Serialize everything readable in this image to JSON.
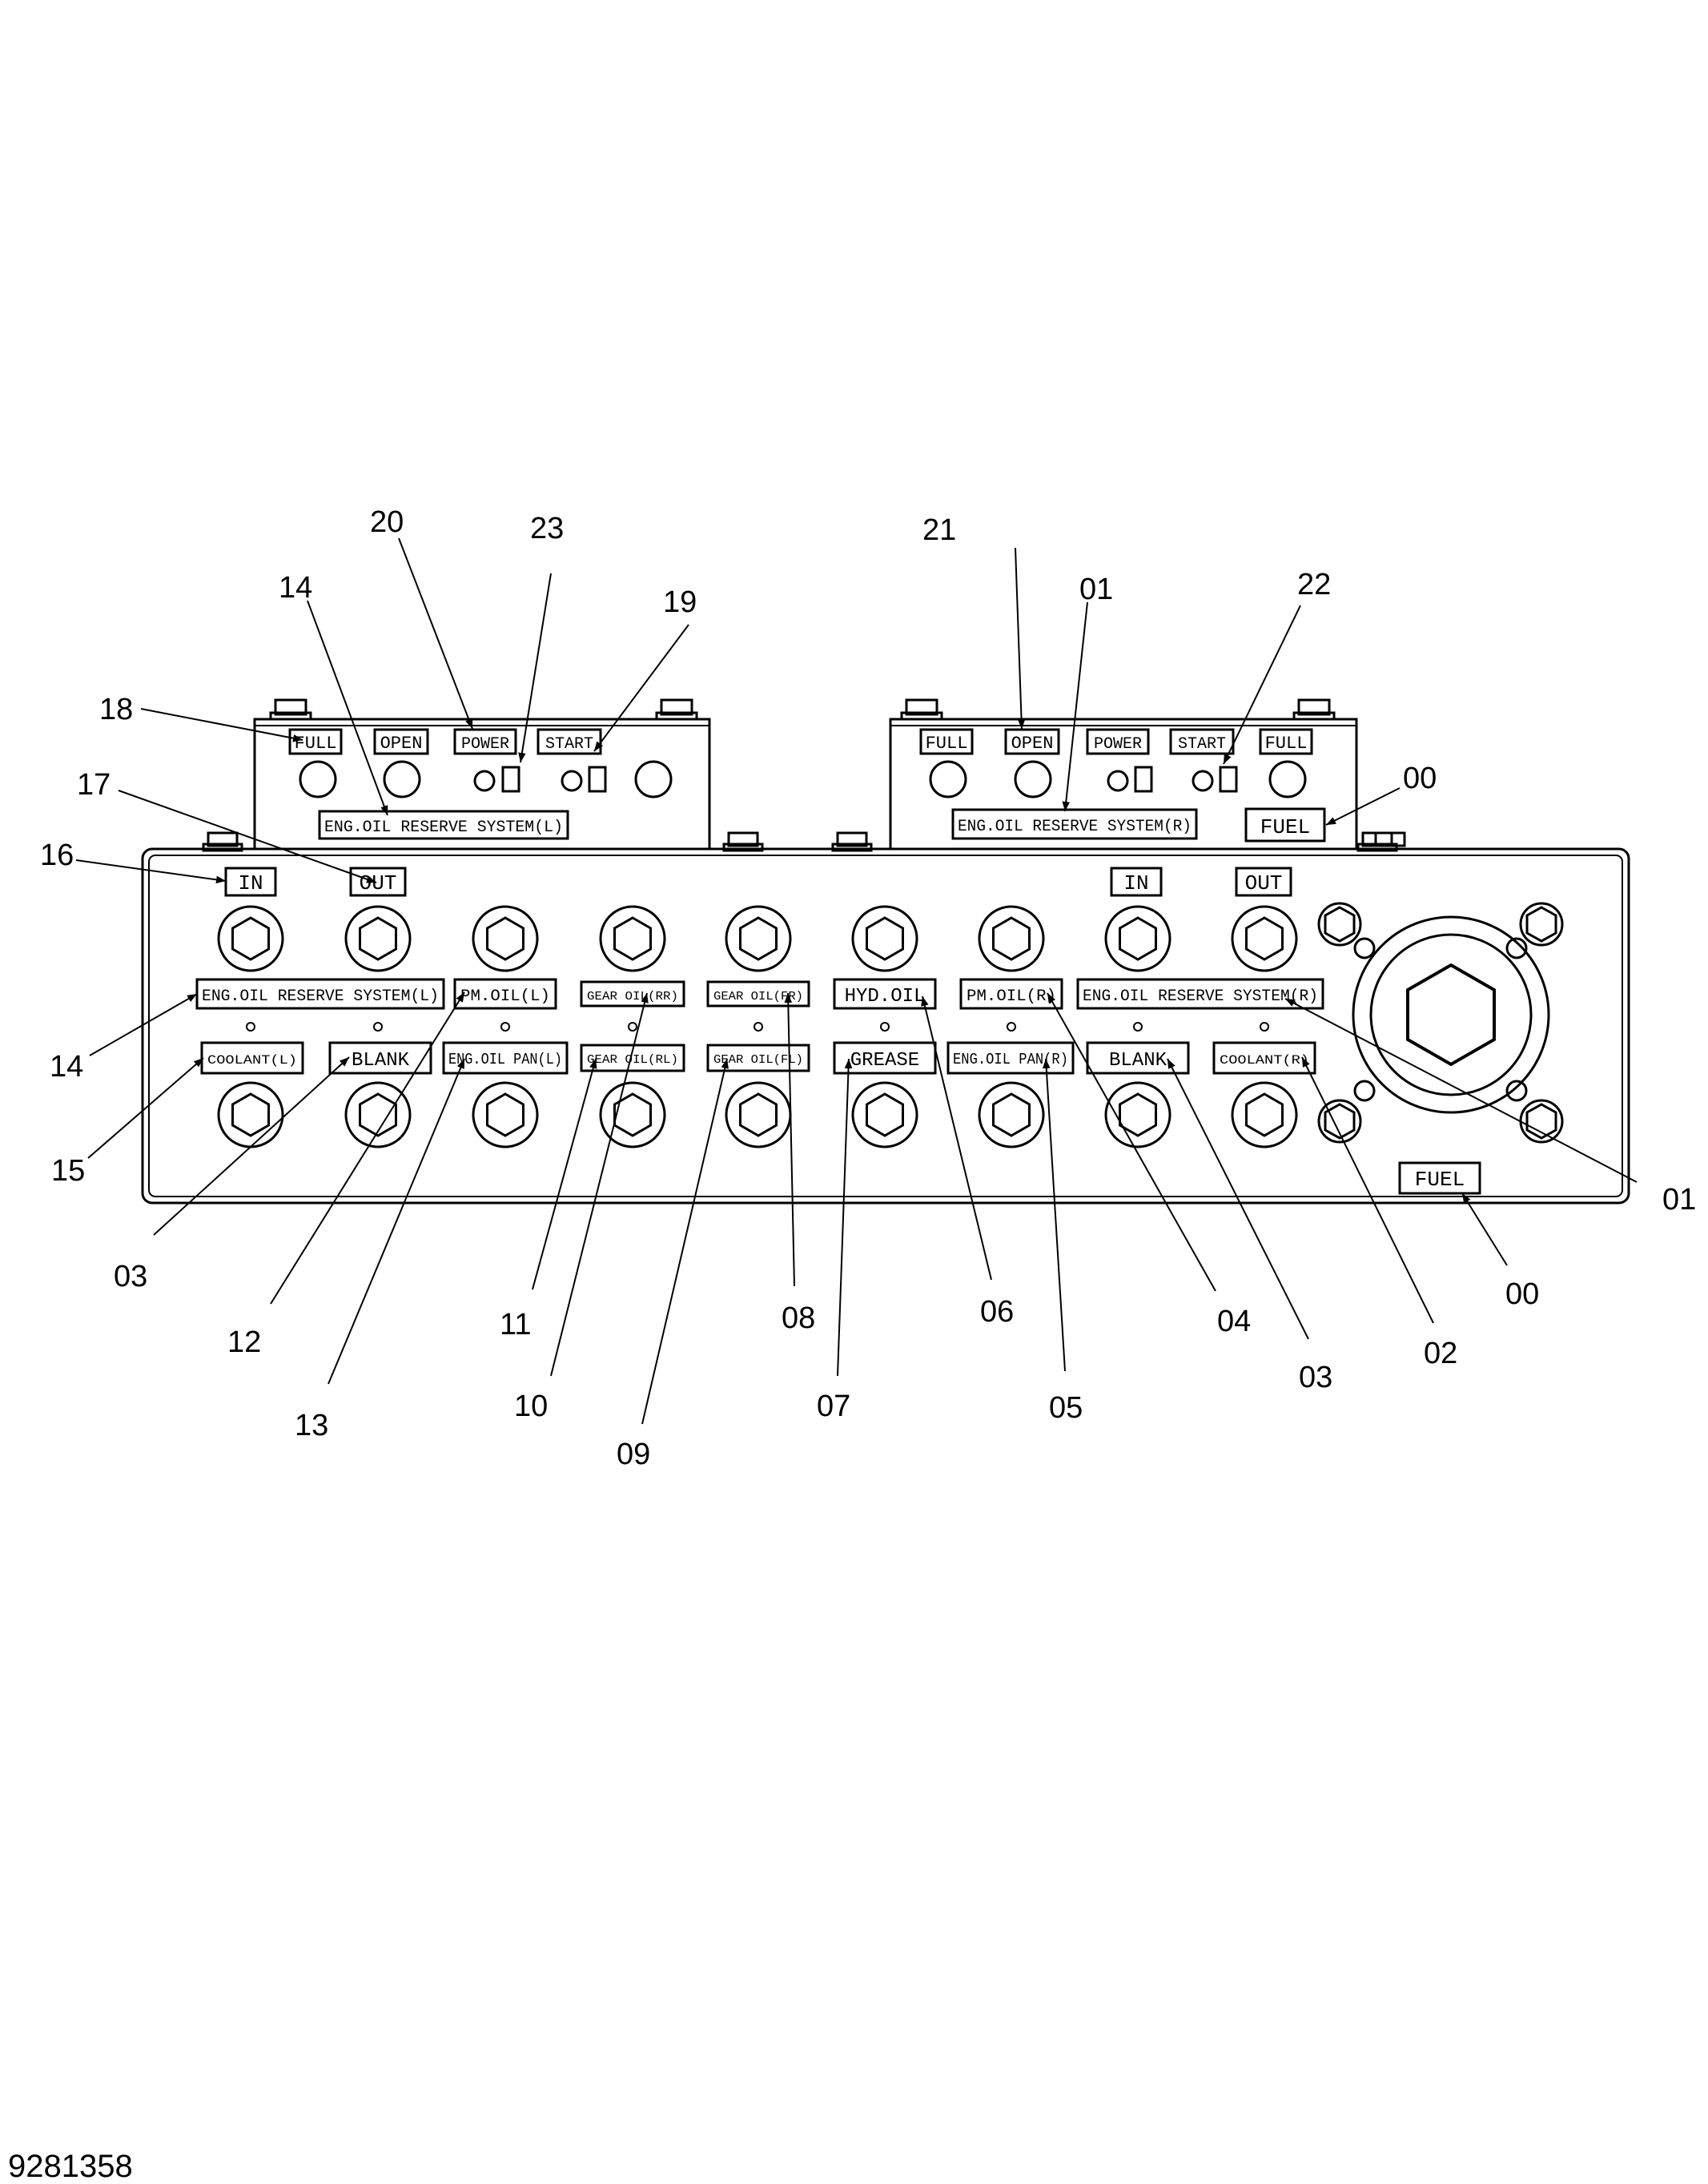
{
  "document_number": "9281358",
  "left_box": {
    "title": "ENG.OIL RESERVE SYSTEM(L)",
    "plates": [
      "FULL",
      "OPEN",
      "POWER",
      "START"
    ]
  },
  "right_box": {
    "title": "ENG.OIL RESERVE SYSTEM(R)",
    "plates": [
      "FULL",
      "OPEN",
      "POWER",
      "START",
      "FULL"
    ],
    "fuel": "FUEL"
  },
  "main_panel": {
    "in_left": "IN",
    "out_left": "OUT",
    "in_right": "IN",
    "out_right": "OUT",
    "fuel": "FUEL",
    "upper_labels": [
      "ENG.OIL RESERVE SYSTEM(L)",
      "PM.OIL(L)",
      "GEAR OIL(RR)",
      "GEAR OIL(FR)",
      "HYD.OIL",
      "PM.OIL(R)",
      "ENG.OIL RESERVE SYSTEM(R)"
    ],
    "lower_labels": [
      "COOLANT(L)",
      "BLANK",
      "ENG.OIL PAN(L)",
      "GEAR OIL(RL)",
      "GEAR OIL(FL)",
      "GREASE",
      "ENG.OIL PAN(R)",
      "BLANK",
      "COOLANT(R)"
    ]
  },
  "callouts": {
    "c20": "20",
    "c23": "23",
    "c21": "21",
    "c01_top": "01",
    "c22": "22",
    "c14_top": "14",
    "c19": "19",
    "c18": "18",
    "c00_top": "00",
    "c17": "17",
    "c16": "16",
    "c14": "14",
    "c15": "15",
    "c03_left": "03",
    "c12": "12",
    "c13": "13",
    "c11": "11",
    "c10": "10",
    "c09": "09",
    "c08": "08",
    "c07": "07",
    "c06": "06",
    "c05": "05",
    "c04": "04",
    "c03_right": "03",
    "c02": "02",
    "c01_right": "01",
    "c00_bottom": "00"
  }
}
